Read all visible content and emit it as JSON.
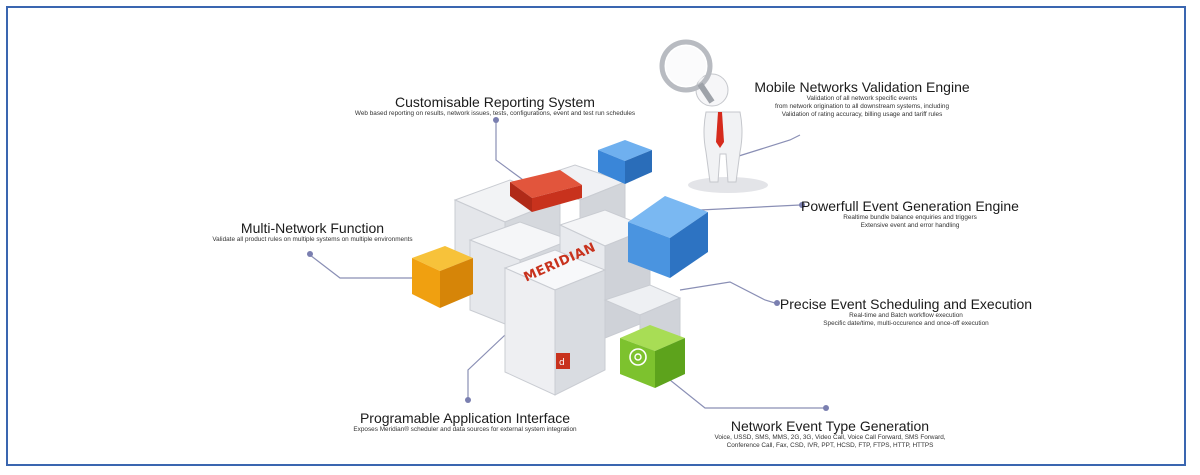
{
  "features": [
    {
      "id": "reporting",
      "title": "Customisable Reporting System",
      "lines": [
        "Web based reporting on results, network issues, tests, configurations, event and test run schedules"
      ]
    },
    {
      "id": "validation",
      "title": "Mobile Networks Validation Engine",
      "lines": [
        "Validation of all network specific events",
        "from network origination to all downstream systems, including",
        "Validation of rating accuracy, billing usage and tariff rules"
      ]
    },
    {
      "id": "event-generation",
      "title": "Powerfull Event Generation Engine",
      "lines": [
        "Realtime bundle balance enquiries and triggers",
        "Extensive event and error handling"
      ]
    },
    {
      "id": "multi-network",
      "title": "Multi-Network Function",
      "lines": [
        "Validate all product rules on multiple systems on multiple environments"
      ]
    },
    {
      "id": "scheduling",
      "title": "Precise Event Scheduling and Execution",
      "lines": [
        "Real-time and Batch workflow execution",
        "Specific date/time, multi-occurence and once-off execution"
      ]
    },
    {
      "id": "api",
      "title": "Programable Application Interface",
      "lines": [
        "Exposes Meridian® scheduler and data sources for external system integration"
      ]
    },
    {
      "id": "event-types",
      "title": "Network Event Type Generation",
      "lines": [
        "Voice, USSD, SMS, MMS, 2G, 3G, Video Call, Voice Call Forward, SMS Forward,",
        "Conference Call, Fax, CSD, IVR, PPT, HCSD, FTP, FTPS, HTTP, HTTPS"
      ]
    }
  ],
  "logo": {
    "text": "MERIDIAN"
  },
  "colors": {
    "frame": "#3a66b0",
    "connector": "#8a8fb5",
    "red_cube": "#d23a22",
    "orange_cube": "#f0a010",
    "blue_cube": "#3a86d8",
    "green_cube": "#7dc22e"
  }
}
